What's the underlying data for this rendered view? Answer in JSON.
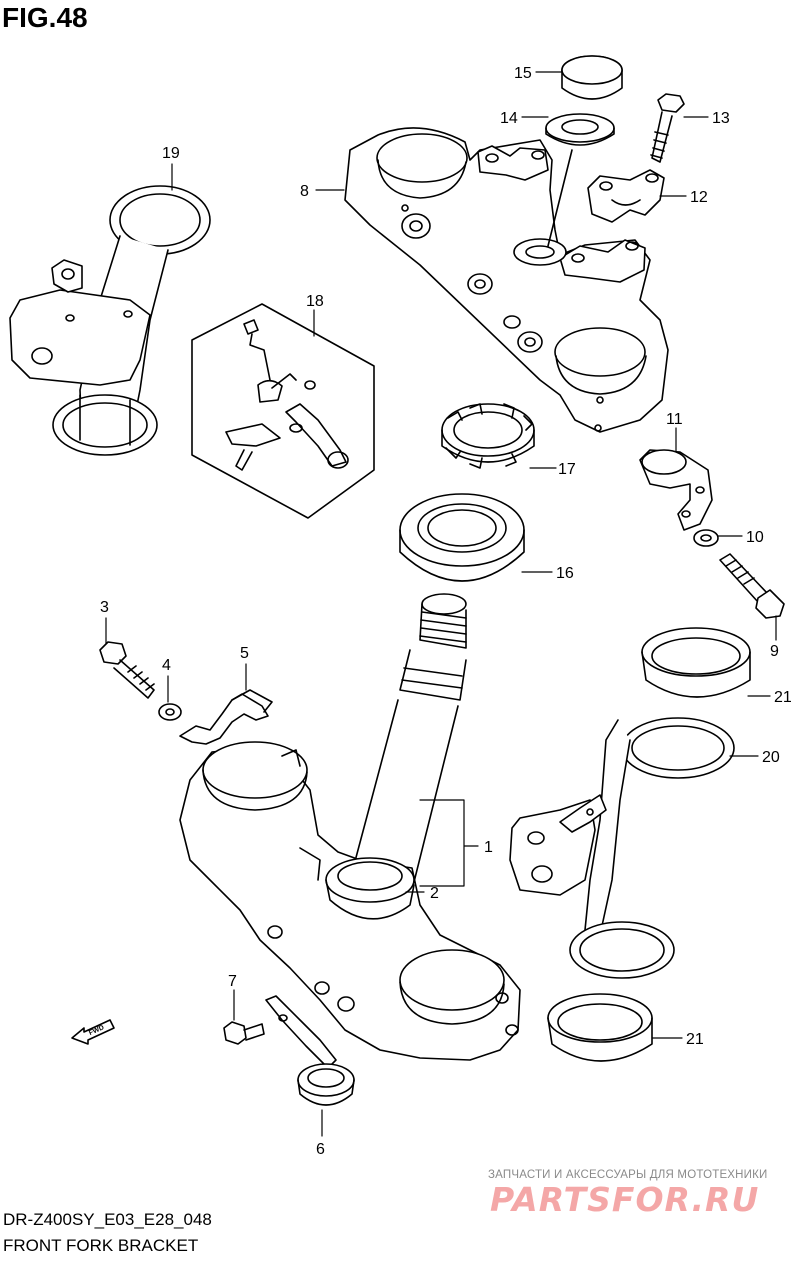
{
  "figure": {
    "title": "FIG.48",
    "model_code": "DR-Z400SY_E03_E28_048",
    "name": "FRONT FORK BRACKET"
  },
  "watermark": {
    "subtitle": "ЗАПЧАСТИ И АКСЕССУАРЫ ДЛЯ МОТОТЕХНИКИ",
    "logo": "PARTSFOR.RU",
    "color": "#f4a7a7"
  },
  "fwd_label": "FWD",
  "callouts": [
    "1",
    "2",
    "3",
    "4",
    "5",
    "6",
    "7",
    "8",
    "9",
    "10",
    "11",
    "12",
    "13",
    "14",
    "15",
    "16",
    "17",
    "18",
    "19",
    "20",
    "21",
    "21"
  ],
  "colors": {
    "line": "#000000",
    "background": "#ffffff"
  }
}
